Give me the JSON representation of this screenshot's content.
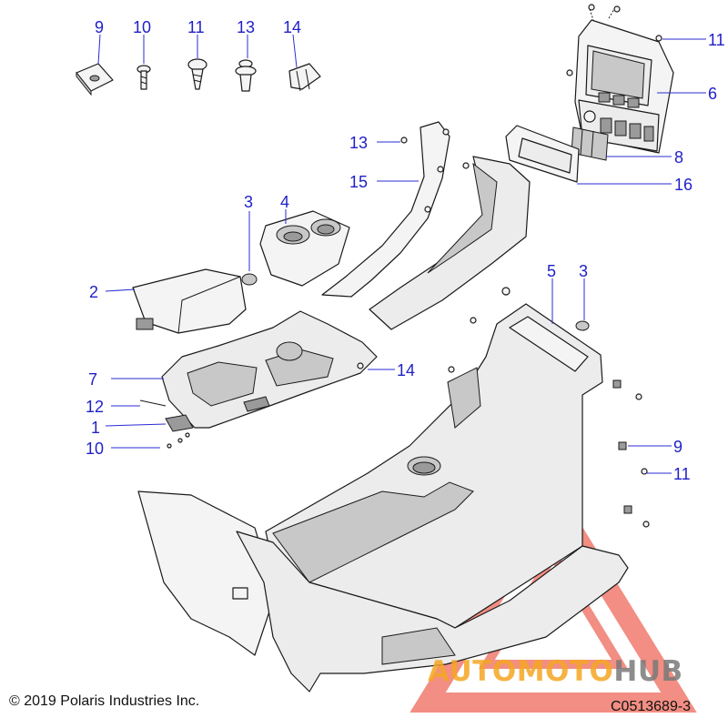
{
  "callouts": [
    {
      "id": "c9-top",
      "label": "9"
    },
    {
      "id": "c10-top",
      "label": "10"
    },
    {
      "id": "c11-top",
      "label": "11"
    },
    {
      "id": "c13-top",
      "label": "13"
    },
    {
      "id": "c14-top",
      "label": "14"
    },
    {
      "id": "c11-right",
      "label": "11"
    },
    {
      "id": "c6",
      "label": "6"
    },
    {
      "id": "c13-mid",
      "label": "13"
    },
    {
      "id": "c15",
      "label": "15"
    },
    {
      "id": "c8",
      "label": "8"
    },
    {
      "id": "c16",
      "label": "16"
    },
    {
      "id": "c3-left",
      "label": "3"
    },
    {
      "id": "c4",
      "label": "4"
    },
    {
      "id": "c2",
      "label": "2"
    },
    {
      "id": "c5",
      "label": "5"
    },
    {
      "id": "c3-right",
      "label": "3"
    },
    {
      "id": "c7",
      "label": "7"
    },
    {
      "id": "c14-mid",
      "label": "14"
    },
    {
      "id": "c12",
      "label": "12"
    },
    {
      "id": "c1",
      "label": "1"
    },
    {
      "id": "c10-bottom",
      "label": "10"
    },
    {
      "id": "c9-right",
      "label": "9"
    },
    {
      "id": "c11-bottom",
      "label": "11"
    }
  ],
  "footer": {
    "copyright": "© 2019 Polaris Industries Inc.",
    "drawing_id": "C0513689-3"
  },
  "watermark": {
    "text_orange": "AUTOMOTO",
    "text_gray": "HUB",
    "orange": "#f5a623",
    "red": "#e8321e",
    "gray": "#7a7a7a"
  },
  "colors": {
    "callout": "#1f1fc8"
  }
}
